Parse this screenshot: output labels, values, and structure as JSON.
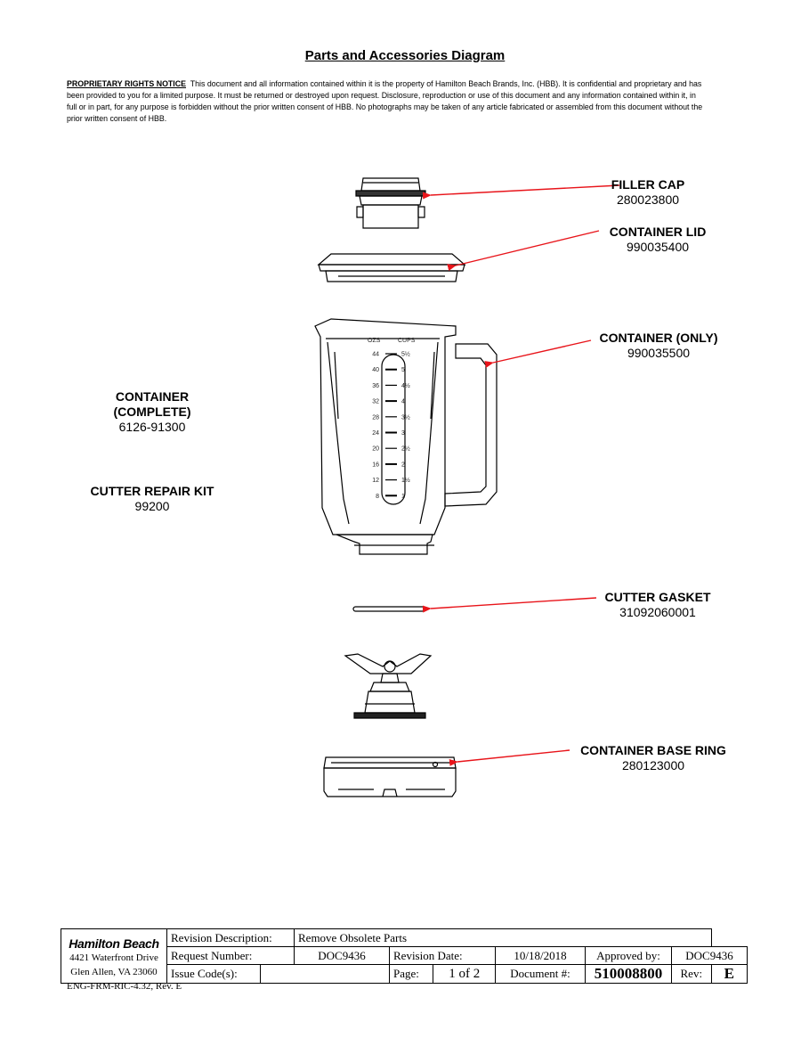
{
  "header": {
    "title": "Parts and Accessories Diagram",
    "notice_heading": "PROPRIETARY RIGHTS NOTICE",
    "notice_text": "This document and all information contained within it is the property of Hamilton Beach Brands, Inc. (HBB).  It is confidential and proprietary and has been provided to you for a limited purpose.  It must be returned or destroyed upon request.  Disclosure, reproduction or use of this document and any information contained within it, in full or in part, for any purpose is forbidden without the prior written consent of HBB.  No photographs may be taken of any article fabricated or assembled from this document without the prior written consent of HBB."
  },
  "parts": {
    "filler_cap": {
      "name": "FILLER CAP",
      "number": "280023800"
    },
    "container_lid": {
      "name": "CONTAINER LID",
      "number": "990035400"
    },
    "container_only": {
      "name": "CONTAINER (ONLY)",
      "number": "990035500"
    },
    "container_complete": {
      "name_line1": "CONTAINER",
      "name_line2": "(COMPLETE)",
      "number": "6126-91300"
    },
    "cutter_repair_kit": {
      "name": "CUTTER REPAIR KIT",
      "number": "99200"
    },
    "cutter_gasket": {
      "name": "CUTTER GASKET",
      "number": "31092060001"
    },
    "base_ring": {
      "name": "CONTAINER BASE RING",
      "number": "280123000"
    }
  },
  "scale": {
    "oz_header": "OZS",
    "cups_header": "CUPS",
    "oz": [
      "44",
      "40",
      "36",
      "32",
      "28",
      "24",
      "20",
      "16",
      "12",
      "8"
    ],
    "cups": [
      "5½",
      "5",
      "4½",
      "4",
      "3½",
      "3",
      "2½",
      "2",
      "1½",
      "1"
    ]
  },
  "title_block": {
    "company": "Hamilton Beach",
    "address1": "4421 Waterfront Drive",
    "address2": "Glen Allen, VA  23060",
    "revision_description_label": "Revision Description:",
    "revision_description": "Remove Obsolete Parts",
    "request_number_label": "Request Number:",
    "request_number": "DOC9436",
    "revision_date_label": "Revision Date:",
    "revision_date": "10/18/2018",
    "approved_by_label": "Approved by:",
    "approved_by": "DOC9436",
    "issue_codes_label": "Issue Code(s):",
    "issue_codes": "",
    "page_label": "Page:",
    "page": "1 of 2",
    "document_label": "Document #:",
    "document": "510008800",
    "rev_label": "Rev:",
    "rev": "E"
  },
  "footer": {
    "form": "ENG-FRM-RIC-4.32, Rev. E"
  },
  "colors": {
    "arrow": "#e8141a",
    "line": "#000000"
  }
}
